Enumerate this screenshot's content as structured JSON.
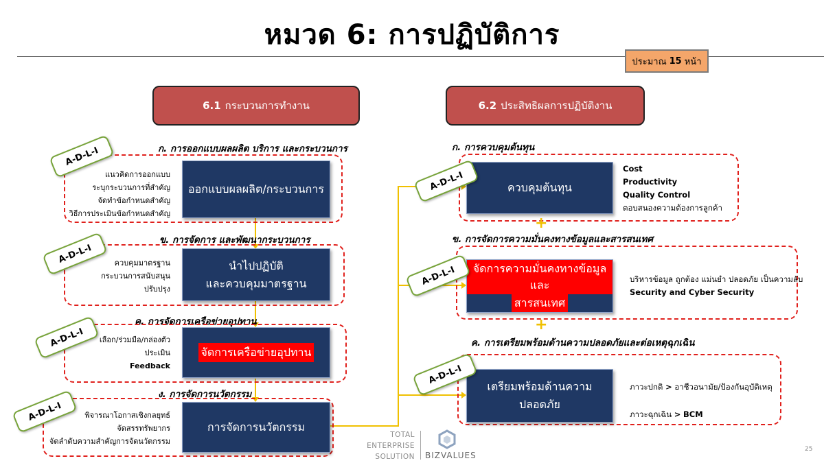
{
  "title": "หมวด 6: การปฏิบัติการ",
  "pages_badge": {
    "prefix": "ประมาณ",
    "count": "15",
    "suffix": "หน้า"
  },
  "badge_label": "A-D-L-I",
  "section1": {
    "number": "6.1",
    "label": "กระบวนการทำงาน",
    "groups": [
      {
        "heading": "ก. การออกแบบผลผลิต บริการ และกระบวนการ",
        "box": "ออกแบบผลผลิต/กระบวนการ",
        "items": [
          "แนวคิดการออกแบบ",
          "ระบุกระบวนการที่สำคัญ",
          "จัดทำข้อกำหนดสำคัญ",
          "วิธีการประเมินข้อกำหนดสำคัญ"
        ]
      },
      {
        "heading": "ข. การจัดการ และพัฒนากระบวนการ",
        "box_line1": "นำไปปฏิบัติ",
        "box_line2": "และควบคุมมาตรฐาน",
        "items": [
          "ควบคุมมาตรฐาน",
          "กระบวนการสนับสนุน",
          "ปรับปรุง"
        ]
      },
      {
        "heading": "ค. การจัดการเครือข่ายอุปทาน",
        "box": "จัดการเครือข่ายอุปทาน",
        "items": [
          "เลือก/ร่วมมือ/กล่องตัว",
          "ประเมิน",
          "Feedback"
        ]
      },
      {
        "heading": "ง. การจัดการนวัตกรรม",
        "box": "การจัดการนวัตกรรม",
        "items": [
          "พิจารณาโอกาสเชิงกลยุทธ์",
          "จัดสรรทรัพยากร",
          "จัดลำดับความสำคัญการจัดนวัตกรรม"
        ]
      }
    ]
  },
  "section2": {
    "number": "6.2",
    "label": "ประสิทธิผลการปฏิบัติงาน",
    "groups": [
      {
        "heading": "ก. การควบคุมต้นทุน",
        "box": "ควบคุมต้นทุน",
        "items": [
          "Cost",
          "Productivity",
          "Quality Control",
          "ตอบสนองความต้องการลูกค้า"
        ]
      },
      {
        "heading": "ข. การจัดการความมั่นคงทางข้อมูลและสารสนเทศ",
        "box_line1": "จัดการความมั่นคงทางข้อมูลและ",
        "box_line2": "สารสนเทศ",
        "items": [
          "บริหารข้อมูล ถูกต้อง แม่นยำ ปลอดภัย เป็นความลับ",
          "Security and Cyber Security"
        ]
      },
      {
        "heading": "ค. การเตรียมพร้อมด้านความปลอดภัยและต่อเหตุฉุกเฉิน",
        "box": "เตรียมพร้อมด้านความปลอดภัย",
        "items": [
          {
            "pre": "ภาวะปกติ",
            "sep": ">",
            "post": "อาชีวอนามัย/ป้องกันอุบัติเหตุ"
          },
          {
            "pre": "ภาวะฉุกเฉิน",
            "sep": ">",
            "post": "BCM"
          }
        ]
      }
    ]
  },
  "plus_sign": "+",
  "footer": {
    "line1": "TOTAL",
    "line2": "ENTERPRISE",
    "line3": "SOLUTION",
    "brand": "BIZVALUES",
    "page_number": "25"
  },
  "colors": {
    "header_red": "#c0504d",
    "navy": "#1f3864",
    "dash_red": "#e0201c",
    "badge_green": "#77a33a",
    "connector": "#f0c000",
    "pages_orange": "#f4a66a"
  }
}
